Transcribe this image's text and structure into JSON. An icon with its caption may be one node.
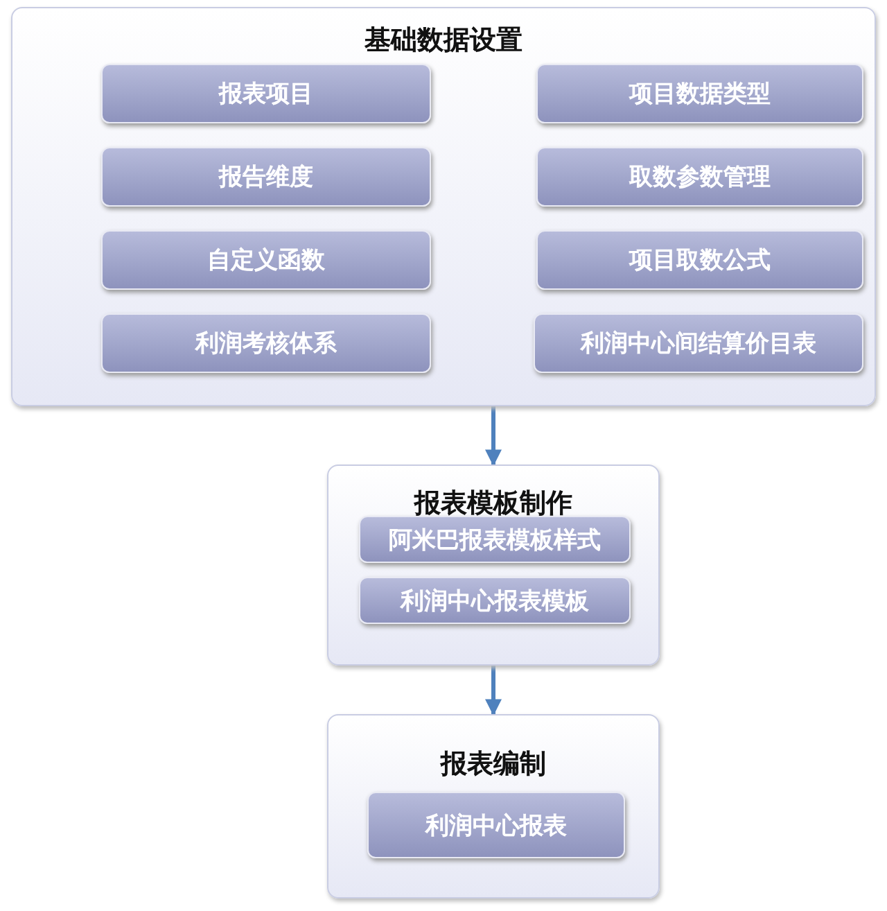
{
  "diagram": {
    "nodes": [
      {
        "text": [
          "基础数据设置"
        ]
      },
      {
        "text": [
          "报表项目"
        ],
        "in": 0
      },
      {
        "text": [
          "项目数据类型"
        ],
        "in": 0
      },
      {
        "text": [
          "报告维度"
        ],
        "in": 0
      },
      {
        "text": [
          "取数参数管理"
        ],
        "in": 0
      },
      {
        "text": [
          "自定义函数"
        ],
        "in": 0
      },
      {
        "text": [
          "项目取数公式"
        ],
        "in": 0
      },
      {
        "text": [
          "利润考核体系"
        ],
        "in": 0
      },
      {
        "text": [
          "利润中心间结算价目表"
        ],
        "in": 0
      },
      {
        "text": [
          "报表模板制作"
        ]
      },
      {
        "text": [
          "阿米巴报表模板样式"
        ],
        "in": 9
      },
      {
        "text": [
          "利润中心报表模板"
        ],
        "in": 9
      },
      {
        "text": [
          "报表编制"
        ]
      },
      {
        "text": [
          "利润中心报表"
        ],
        "in": 12
      }
    ],
    "edges": [
      {
        "from": 0,
        "to": 9,
        "arrow": "to"
      },
      {
        "from": 9,
        "to": 12,
        "arrow": "to"
      }
    ]
  }
}
